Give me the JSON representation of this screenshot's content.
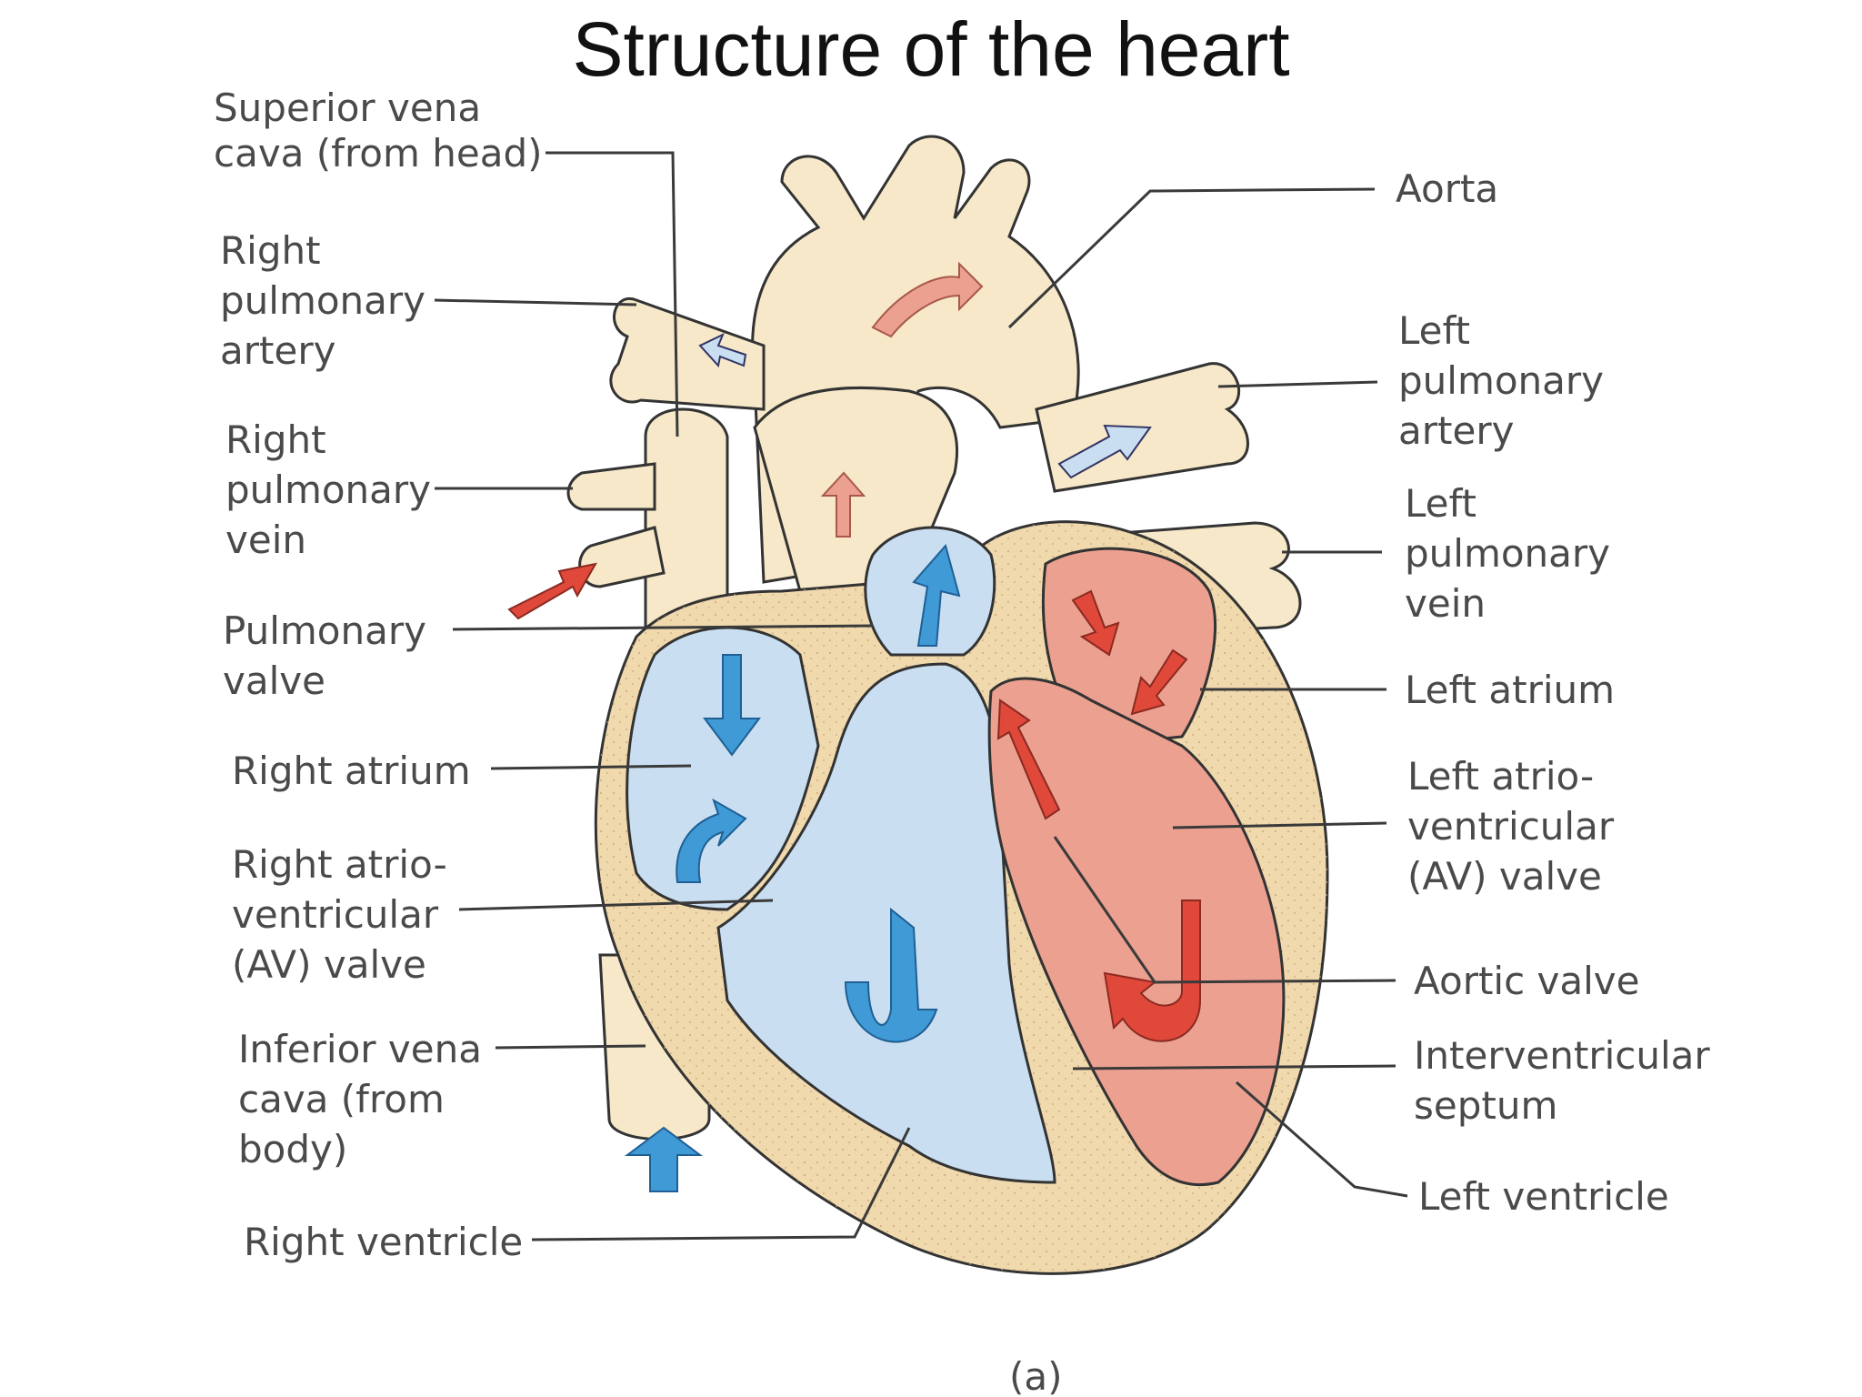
{
  "title": "Structure of the heart",
  "figure_label": "(a)",
  "labels": {
    "superior_vena_cava": [
      "Superior vena",
      "cava (from head)"
    ],
    "right_pulmonary_artery": [
      "Right",
      "pulmonary",
      "artery"
    ],
    "right_pulmonary_vein": [
      "Right",
      "pulmonary",
      "vein"
    ],
    "pulmonary_valve": [
      "Pulmonary",
      "valve"
    ],
    "right_atrium": [
      "Right atrium"
    ],
    "right_av_valve": [
      "Right atrio-",
      "ventricular",
      "(AV) valve"
    ],
    "inferior_vena_cava": [
      "Inferior vena",
      "cava (from",
      "body)"
    ],
    "right_ventricle": [
      "Right ventricle"
    ],
    "aorta": [
      "Aorta"
    ],
    "left_pulmonary_artery": [
      "Left",
      "pulmonary",
      "artery"
    ],
    "left_pulmonary_vein": [
      "Left",
      "pulmonary",
      "vein"
    ],
    "left_atrium": [
      "Left atrium"
    ],
    "left_av_valve": [
      "Left atrio-",
      "ventricular",
      "(AV) valve"
    ],
    "aortic_valve": [
      "Aortic valve"
    ],
    "interventricular_septum": [
      "Interventricular",
      "septum"
    ],
    "left_ventricle": [
      "Left ventricle"
    ]
  },
  "colors": {
    "vessel": "#f6e8c8",
    "muscle": "#f1d9ae",
    "deoxygenated": "#c9dff1",
    "oxygenated": "#eba090",
    "blue_arrow": "#3f9ad6",
    "red_arrow": "#e0483a"
  }
}
